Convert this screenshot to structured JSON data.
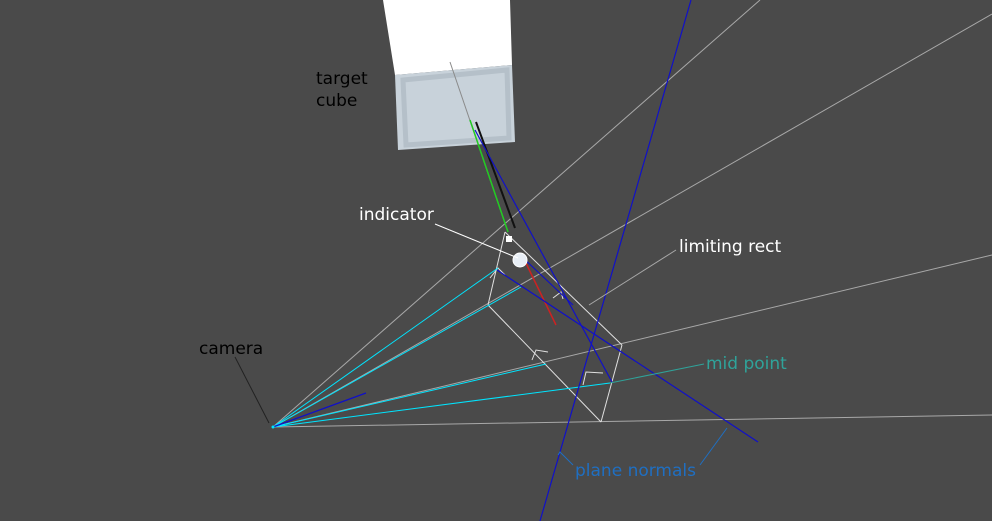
{
  "scene": {
    "background_color": "#4a4a4a",
    "colors": {
      "grid_line": "#a8a8a8",
      "frustum_ray": "#00e5ff",
      "plane_normal": "#1010c8",
      "rect_outline": "#e0e0e0",
      "cube_top": "#ffffff",
      "cube_face": "#c8d2da",
      "axis_green": "#22cc22",
      "axis_red": "#cc2222",
      "label_dark": "#000000",
      "label_light": "#ffffff",
      "label_teal": "#2fa39a",
      "label_blue": "#1f6fc2"
    }
  },
  "labels": {
    "target_cube_line1": "target",
    "target_cube_line2": "cube",
    "indicator": "indicator",
    "limiting_rect": "limiting rect",
    "camera": "camera",
    "mid_point": "mid point",
    "plane_normals": "plane normals"
  }
}
